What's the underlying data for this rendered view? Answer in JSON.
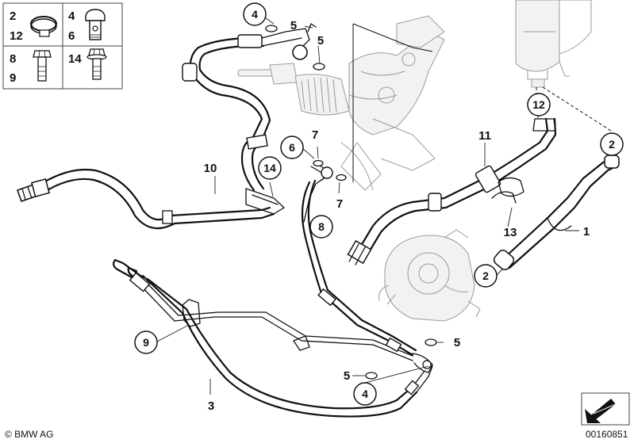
{
  "legend": {
    "items": [
      {
        "numbers": [
          "2",
          "12"
        ],
        "icon": "hose-clamp-icon"
      },
      {
        "numbers": [
          "4",
          "6"
        ],
        "icon": "hollow-bolt-icon"
      },
      {
        "numbers": [
          "8",
          "9"
        ],
        "icon": "hex-bolt-icon"
      },
      {
        "numbers": [
          "14"
        ],
        "icon": "hex-screw-icon"
      }
    ]
  },
  "callouts": [
    {
      "id": "c4top",
      "text": "4"
    },
    {
      "id": "c5a",
      "text": "5"
    },
    {
      "id": "c5b",
      "text": "5"
    },
    {
      "id": "c12",
      "text": "12"
    },
    {
      "id": "c2top",
      "text": "2"
    },
    {
      "id": "c11",
      "text": "11"
    },
    {
      "id": "c7a",
      "text": "7"
    },
    {
      "id": "c6",
      "text": "6"
    },
    {
      "id": "c7b",
      "text": "7"
    },
    {
      "id": "c10",
      "text": "10"
    },
    {
      "id": "c14",
      "text": "14"
    },
    {
      "id": "c8",
      "text": "8"
    },
    {
      "id": "c1",
      "text": "1"
    },
    {
      "id": "c13",
      "text": "13"
    },
    {
      "id": "c2mid",
      "text": "2"
    },
    {
      "id": "c9",
      "text": "9"
    },
    {
      "id": "c5c",
      "text": "5"
    },
    {
      "id": "c5d",
      "text": "5"
    },
    {
      "id": "c4bot",
      "text": "4"
    },
    {
      "id": "c3",
      "text": "3"
    }
  ],
  "footer": {
    "brand": "© BMW AG",
    "diagram_number": "00160851"
  },
  "colors": {
    "line": "#111111",
    "background_part": "#9a9a9a",
    "paper": "#ffffff"
  }
}
